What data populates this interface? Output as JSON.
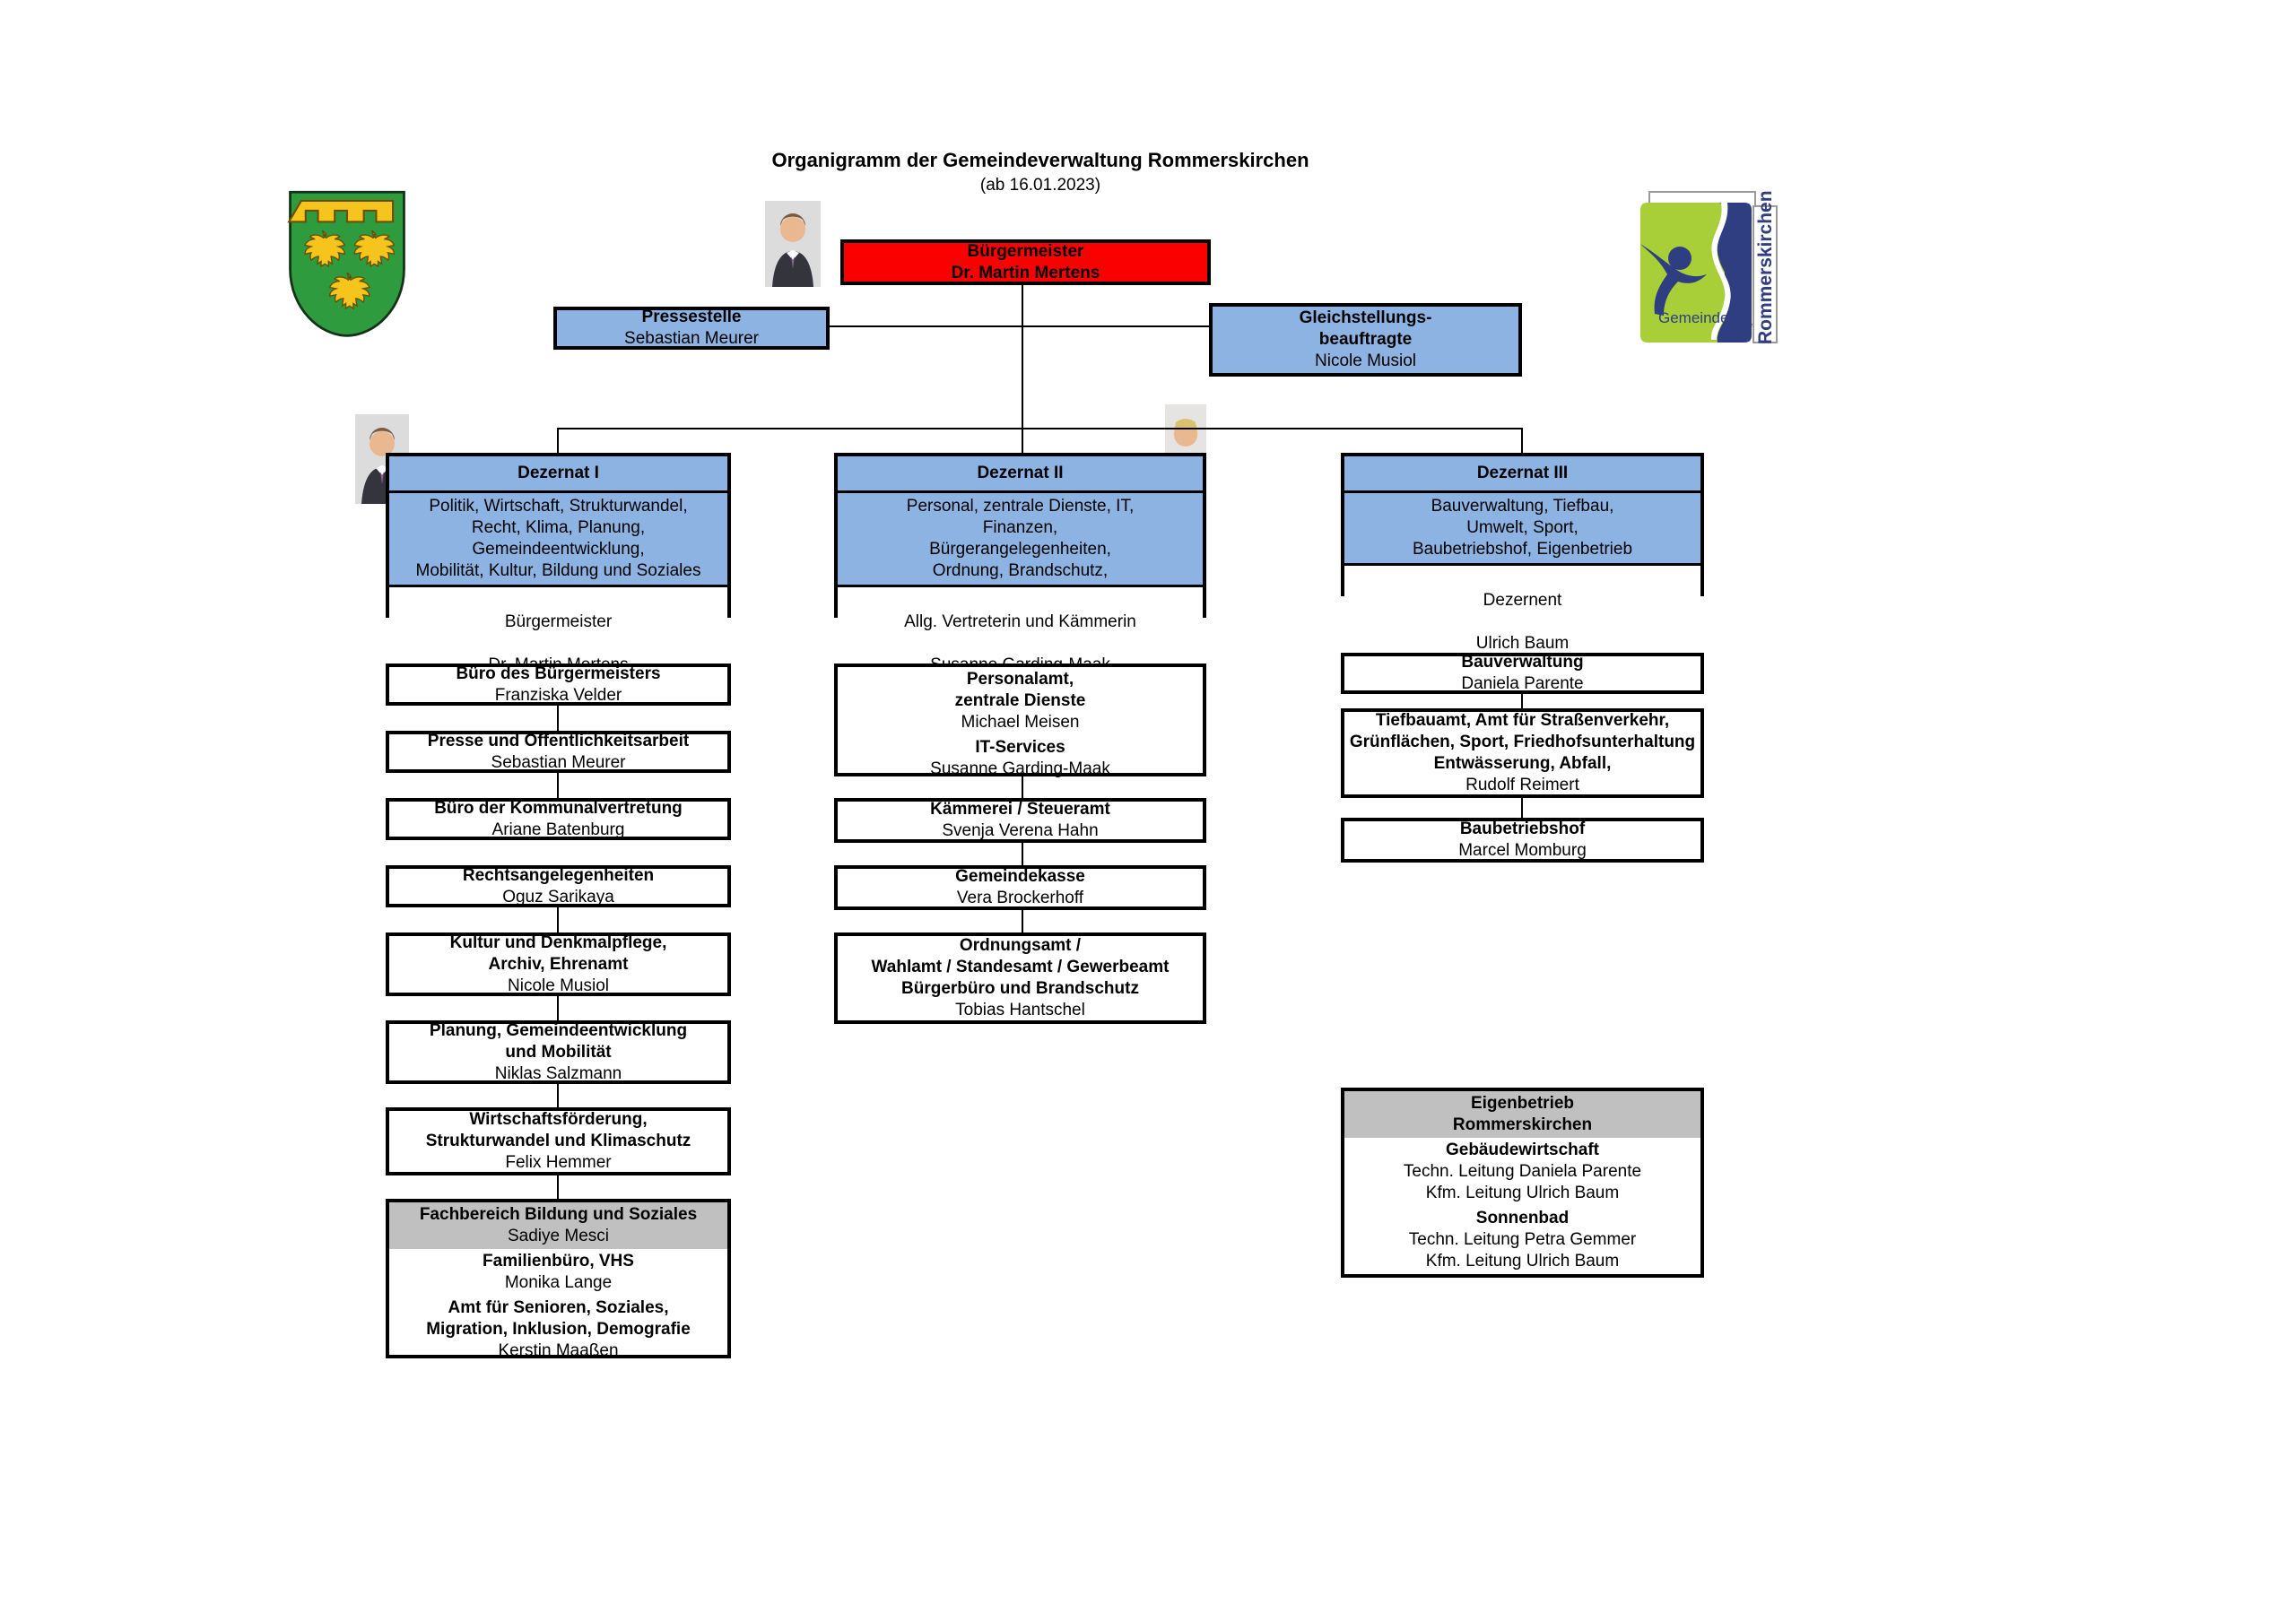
{
  "title": "Organigramm der Gemeindeverwaltung Rommerskirchen",
  "subtitle": "(ab 16.01.2023)",
  "colors": {
    "box_blue": "#8db3e2",
    "box_red": "#fb0000",
    "box_gray": "#c0c0c0",
    "line_black": "#000000",
    "logo_green": "#a8cf38",
    "logo_blue": "#2e3e80",
    "coat_green": "#2e9b3e",
    "coat_gold": "#f5c51d"
  },
  "top": {
    "buergermeister": {
      "title": "Bürgermeister",
      "name": "Dr. Martin Mertens"
    },
    "pressestelle": {
      "title": "Pressestelle",
      "name": "Sebastian Meurer"
    },
    "gleichstellung": {
      "title": "Gleichstellungs-\nbeauftragte",
      "name": "Nicole Musiol"
    }
  },
  "dezernate": [
    {
      "header": "Dezernat I",
      "remit": "Politik,  Wirtschaft, Strukturwandel,\nRecht, Klima, Planung,\nGemeindeentwicklung,\nMobilität, Kultur, Bildung und Soziales",
      "leader_role": "Bürgermeister",
      "leader": "Dr. Martin Mertens"
    },
    {
      "header": "Dezernat II",
      "remit": "Personal, zentrale Dienste, IT,\nFinanzen,\nBürgerangelegenheiten,\nOrdnung, Brandschutz,",
      "leader_role": "Allg. Vertreterin und Kämmerin",
      "leader": "Susanne Garding-Maak"
    },
    {
      "header": "Dezernat III",
      "remit": "Bauverwaltung, Tiefbau,\nUmwelt, Sport,\nBaubetriebshof, Eigenbetrieb",
      "leader_role": "Dezernent",
      "leader": "Ulrich Baum"
    }
  ],
  "col1": {
    "boxes": [
      {
        "title": "Büro des Bürgermeisters",
        "name": "Franziska Velder"
      },
      {
        "title": "Presse und Öffentlichkeitsarbeit",
        "name": "Sebastian Meurer"
      },
      {
        "title": "Büro der Kommunalvertretung",
        "name": "Ariane Batenburg"
      },
      {
        "title": "Rechtsangelegenheiten",
        "name": "Oguz Sarikaya"
      },
      {
        "title": "Kultur und Denkmalpflege,\nArchiv, Ehrenamt",
        "name": "Nicole Musiol"
      },
      {
        "title": "Planung, Gemeindeentwicklung\nund Mobilität",
        "name": "Niklas Salzmann"
      },
      {
        "title": "Wirtschaftsförderung,\nStrukturwandel und Klimaschutz",
        "name": "Felix Hemmer"
      }
    ],
    "fachbereich": {
      "header_title": "Fachbereich Bildung und Soziales",
      "header_name": "Sadiye Mesci",
      "sub1_title": "Familienbüro, VHS",
      "sub1_name": "Monika Lange",
      "sub2_title": "Amt für Senioren, Soziales,\nMigration, Inklusion, Demografie",
      "sub2_name": "Kerstin Maaßen"
    }
  },
  "col2": {
    "combo": {
      "part1_title": "Personalamt,\nzentrale Dienste",
      "part1_name": "Michael Meisen",
      "part2_title": "IT-Services",
      "part2_name": "Susanne Garding-Maak"
    },
    "boxes": [
      {
        "title": "Kämmerei / Steueramt",
        "name": "Svenja Verena Hahn"
      },
      {
        "title": "Gemeindekasse",
        "name": "Vera Brockerhoff"
      },
      {
        "title": "Ordnungsamt /\nWahlamt / Standesamt / Gewerbeamt\nBürgerbüro und Brandschutz",
        "name": "Tobias Hantschel"
      }
    ]
  },
  "col3": {
    "boxes": [
      {
        "title": "Bauverwaltung",
        "name": "Daniela Parente"
      },
      {
        "title": "Tiefbauamt, Amt für Straßenverkehr,\nGrünflächen, Sport, Friedhofsunterhaltung\nEntwässerung, Abfall,",
        "name": "Rudolf Reimert"
      },
      {
        "title": "Baubetriebshof",
        "name": "Marcel Momburg"
      }
    ],
    "eigenbetrieb": {
      "header": "Eigenbetrieb\nRommerskirchen",
      "sub1_title": "Gebäudewirtschaft",
      "sub1_lines": "Techn. Leitung Daniela Parente\nKfm. Leitung Ulrich Baum",
      "sub2_title": "Sonnenbad",
      "sub2_lines": "Techn. Leitung Petra Gemmer\nKfm. Leitung Ulrich Baum"
    }
  },
  "logo": {
    "gemeinde": "Gemeinde",
    "rommerskirchen": "Rommerskirchen"
  }
}
